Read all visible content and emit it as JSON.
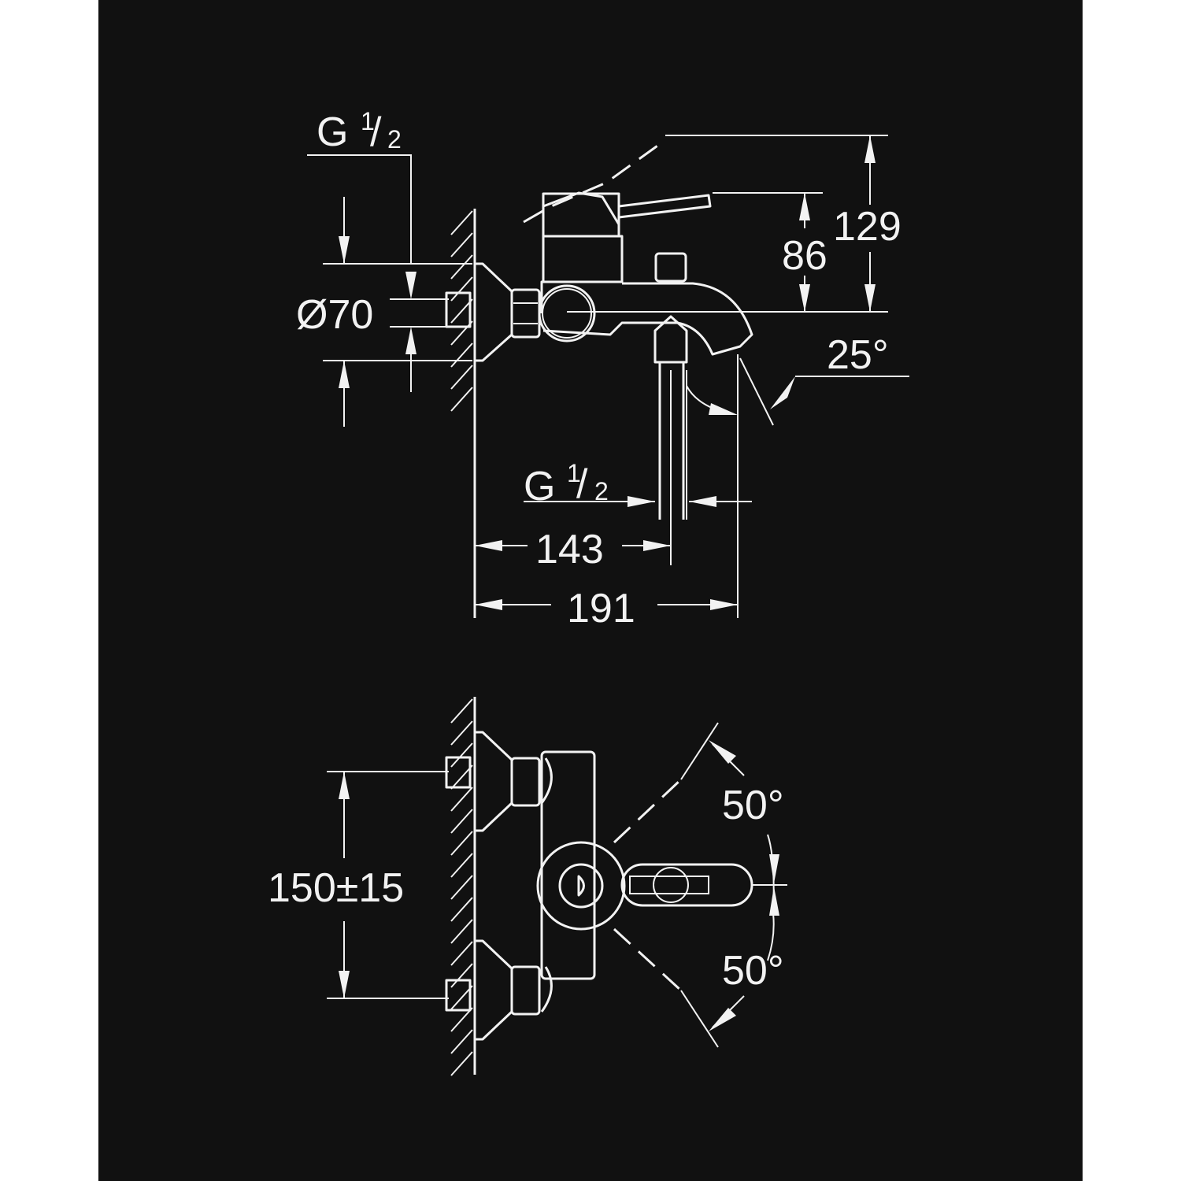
{
  "side_view": {
    "inlet_thread": {
      "main": "G",
      "fraction_num": "1",
      "fraction_den": "2"
    },
    "flange_diameter": "Ø70",
    "height_lever": "86",
    "height_total": "129",
    "spout_angle": "25°",
    "outlet_thread": {
      "main": "G",
      "fraction_num": "1",
      "fraction_den": "2"
    },
    "projection_outlet": "143",
    "projection_total": "191"
  },
  "top_view": {
    "centre_distance": "150±15",
    "lever_angle_up": "50°",
    "lever_angle_down": "50°"
  },
  "colors": {
    "background": "#111111",
    "lines": "#f2f2f2"
  }
}
